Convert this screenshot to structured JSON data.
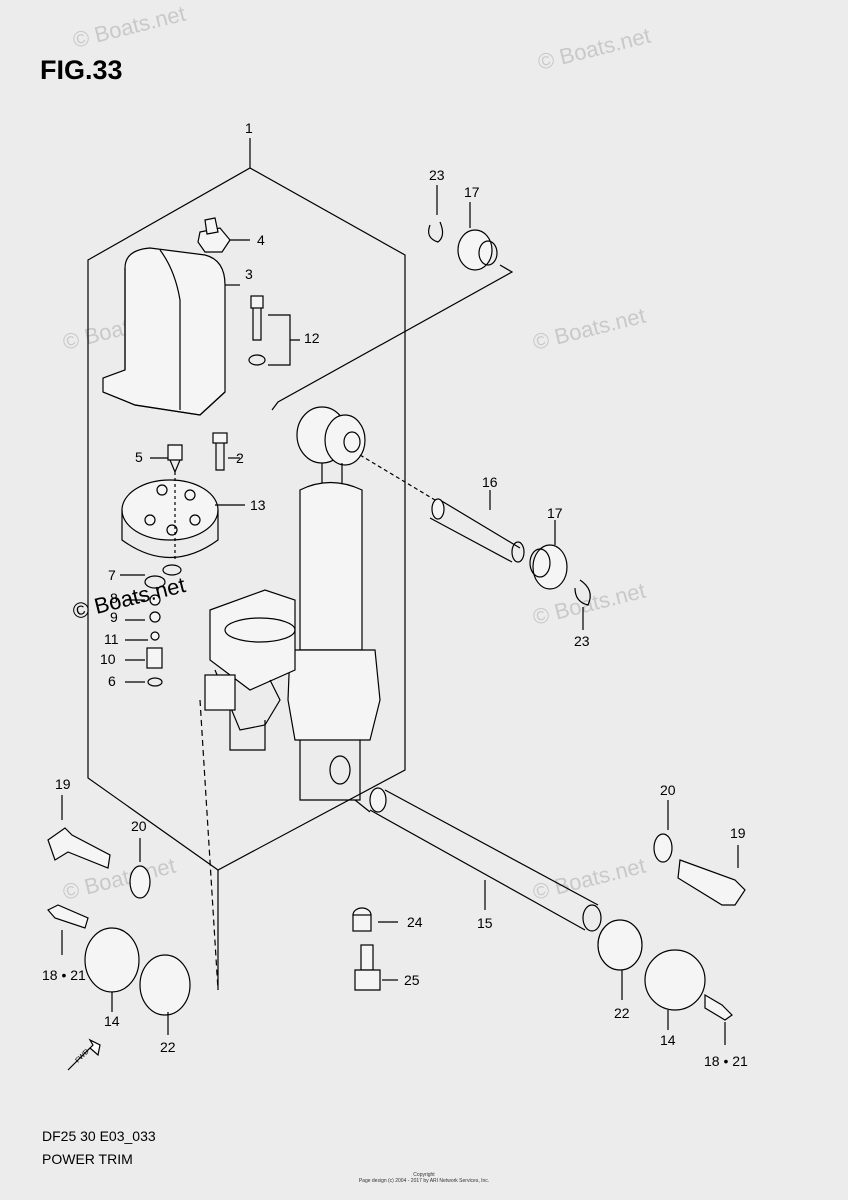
{
  "figure": {
    "title": "FIG.33",
    "code": "DF25 30 E03_033",
    "name": "POWER TRIM"
  },
  "watermark": {
    "light_text": "© Boats.net",
    "dark_text": "© Boats.net"
  },
  "copyright": {
    "line1": "Copyright",
    "line2": "Page design (c) 2004 - 2017 by ARI Network Services, Inc."
  },
  "callouts": {
    "c1": "1",
    "c2": "2",
    "c3": "3",
    "c4": "4",
    "c5": "5",
    "c6": "6",
    "c7": "7",
    "c8": "8",
    "c9": "9",
    "c10": "10",
    "c11": "11",
    "c12": "12",
    "c13": "13",
    "c14a": "14",
    "c14b": "14",
    "c15": "15",
    "c16": "16",
    "c17a": "17",
    "c17b": "17",
    "c18a": "18 • 21",
    "c18b": "18 • 21",
    "c19a": "19",
    "c19b": "19",
    "c20a": "20",
    "c20b": "20",
    "c22a": "22",
    "c22b": "22",
    "c23a": "23",
    "c23b": "23",
    "c24": "24",
    "c25": "25"
  },
  "fwd_label": "FWD",
  "colors": {
    "background": "#ececec",
    "line": "#000000",
    "watermark": "#c9c9c9"
  }
}
